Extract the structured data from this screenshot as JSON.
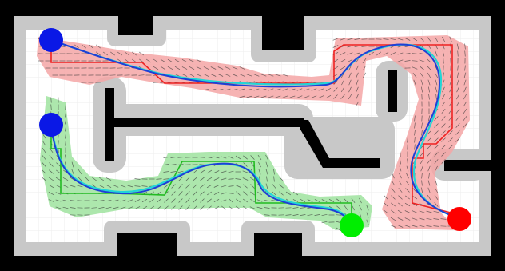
{
  "colors": {
    "background": "#ffffff",
    "grid": "#eeeeee",
    "wall": "#000000",
    "wall_inflation": "#c8c8c8",
    "red_corridor_fill": "#f4a6a6",
    "green_corridor_fill": "#9fe39f",
    "red_coarse_path": "#ee2222",
    "green_coarse_path": "#22bb22",
    "smooth_path": "#1f3fd6",
    "reference_path": "#22d6d6",
    "vector_field": "#333333",
    "start_marker": "#0a18e6",
    "goal_red": "#ff0000",
    "goal_green": "#00ee00"
  },
  "markers": [
    {
      "name": "start-marker-red-route",
      "role": "start",
      "color": "#0a18e6"
    },
    {
      "name": "goal-marker-red-route",
      "role": "goal",
      "color": "#ff0000"
    },
    {
      "name": "start-marker-green-route",
      "role": "start",
      "color": "#0a18e6"
    },
    {
      "name": "goal-marker-green-route",
      "role": "goal",
      "color": "#00ee00"
    }
  ],
  "grid": {
    "visible": true
  }
}
